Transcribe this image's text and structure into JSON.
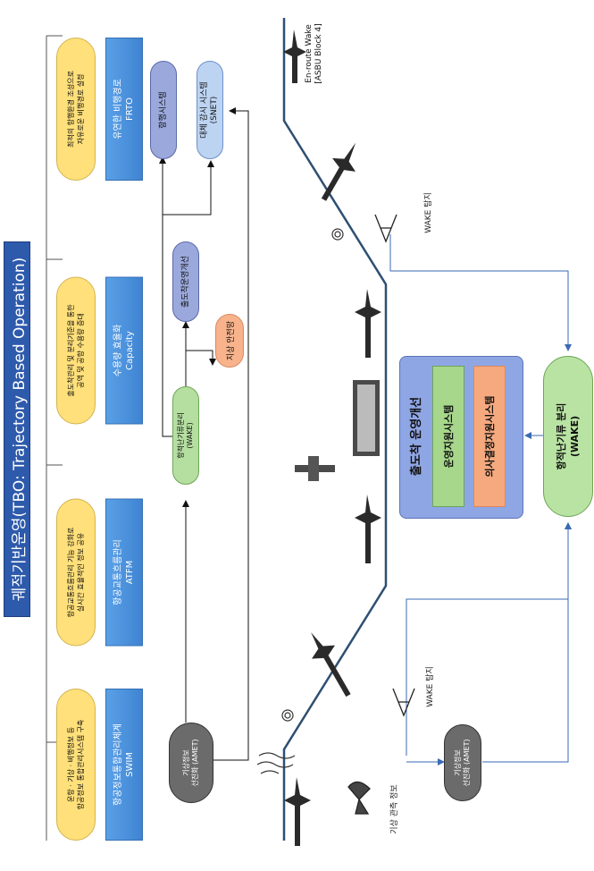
{
  "title": "궤적기반운영(TBO: Trajectory Based Operation)",
  "columns": [
    {
      "desc": "운항 · 기상 · 비행정보 등\n항공정보 통합관리시스템 구축",
      "name": "항공정보통합관리체계\nSWIM"
    },
    {
      "desc": "항공교통흐름관리 기능 강화로\n실시간 효율적인 정보 공유",
      "name": "항공교통흐름관리\nATFM"
    },
    {
      "desc": "출도착관리 및 분리기준을 통한\n공역 및 공항 수용량 증대",
      "name": "수용량 효율화\nCapacity"
    },
    {
      "desc": "최적의 항행환경 조성으로\n자유로운 비행경로 설정",
      "name": "유연한 비행경로\nFRTO"
    }
  ],
  "nodes": {
    "amet_top": "기상정보\n선진화 (AMET)",
    "wake_top": "항적난기류분리\n(WAKE)",
    "safety_net": "지상 안전망",
    "arr_dep_small": "출도착운영개선",
    "nav_system": "항행시스템",
    "snet": "대체 감시 시스템\n(SNET)",
    "amet_bottom": "기상정보\n선진화 (AMET)",
    "wake_main": "항적난기류 분리\n(WAKE)"
  },
  "panel": {
    "title": "출도착 운영개선",
    "bar_ops": "운영지원시스템",
    "bar_decision": "의사결정지원시스템"
  },
  "labels": {
    "wake_detect_top": "WAKE 탐지",
    "wake_detect_bottom": "WAKE 탐지",
    "weather_obs": "기상 관측 정보",
    "enroute": "En-route Wake\n[ASBU Block 4]"
  },
  "colors": {
    "title": "#2e5aac",
    "yellow": "#ffe07a",
    "blue": "#3f84d2",
    "purple": "#9aa8dc",
    "green": "#b5dfa0",
    "orange": "#f8b38c",
    "dark": "#6b6b6b",
    "arrow": "#3a6ab4"
  }
}
